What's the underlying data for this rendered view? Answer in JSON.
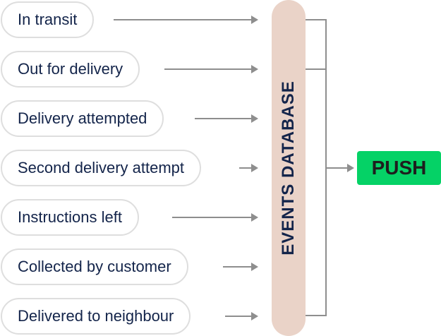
{
  "events": [
    {
      "label": "In transit"
    },
    {
      "label": "Out for delivery"
    },
    {
      "label": "Delivery attempted"
    },
    {
      "label": "Second delivery attempt"
    },
    {
      "label": "Instructions left"
    },
    {
      "label": "Collected by customer"
    },
    {
      "label": "Delivered to neighbour"
    }
  ],
  "database": {
    "label": "EVENTS  DATABASE"
  },
  "output": {
    "label": "PUSH"
  },
  "colors": {
    "text": "#13244a",
    "pill_border": "#dedede",
    "arrow": "#8e8e8e",
    "database_fill": "#ead3c8",
    "push_fill": "#05d266"
  }
}
